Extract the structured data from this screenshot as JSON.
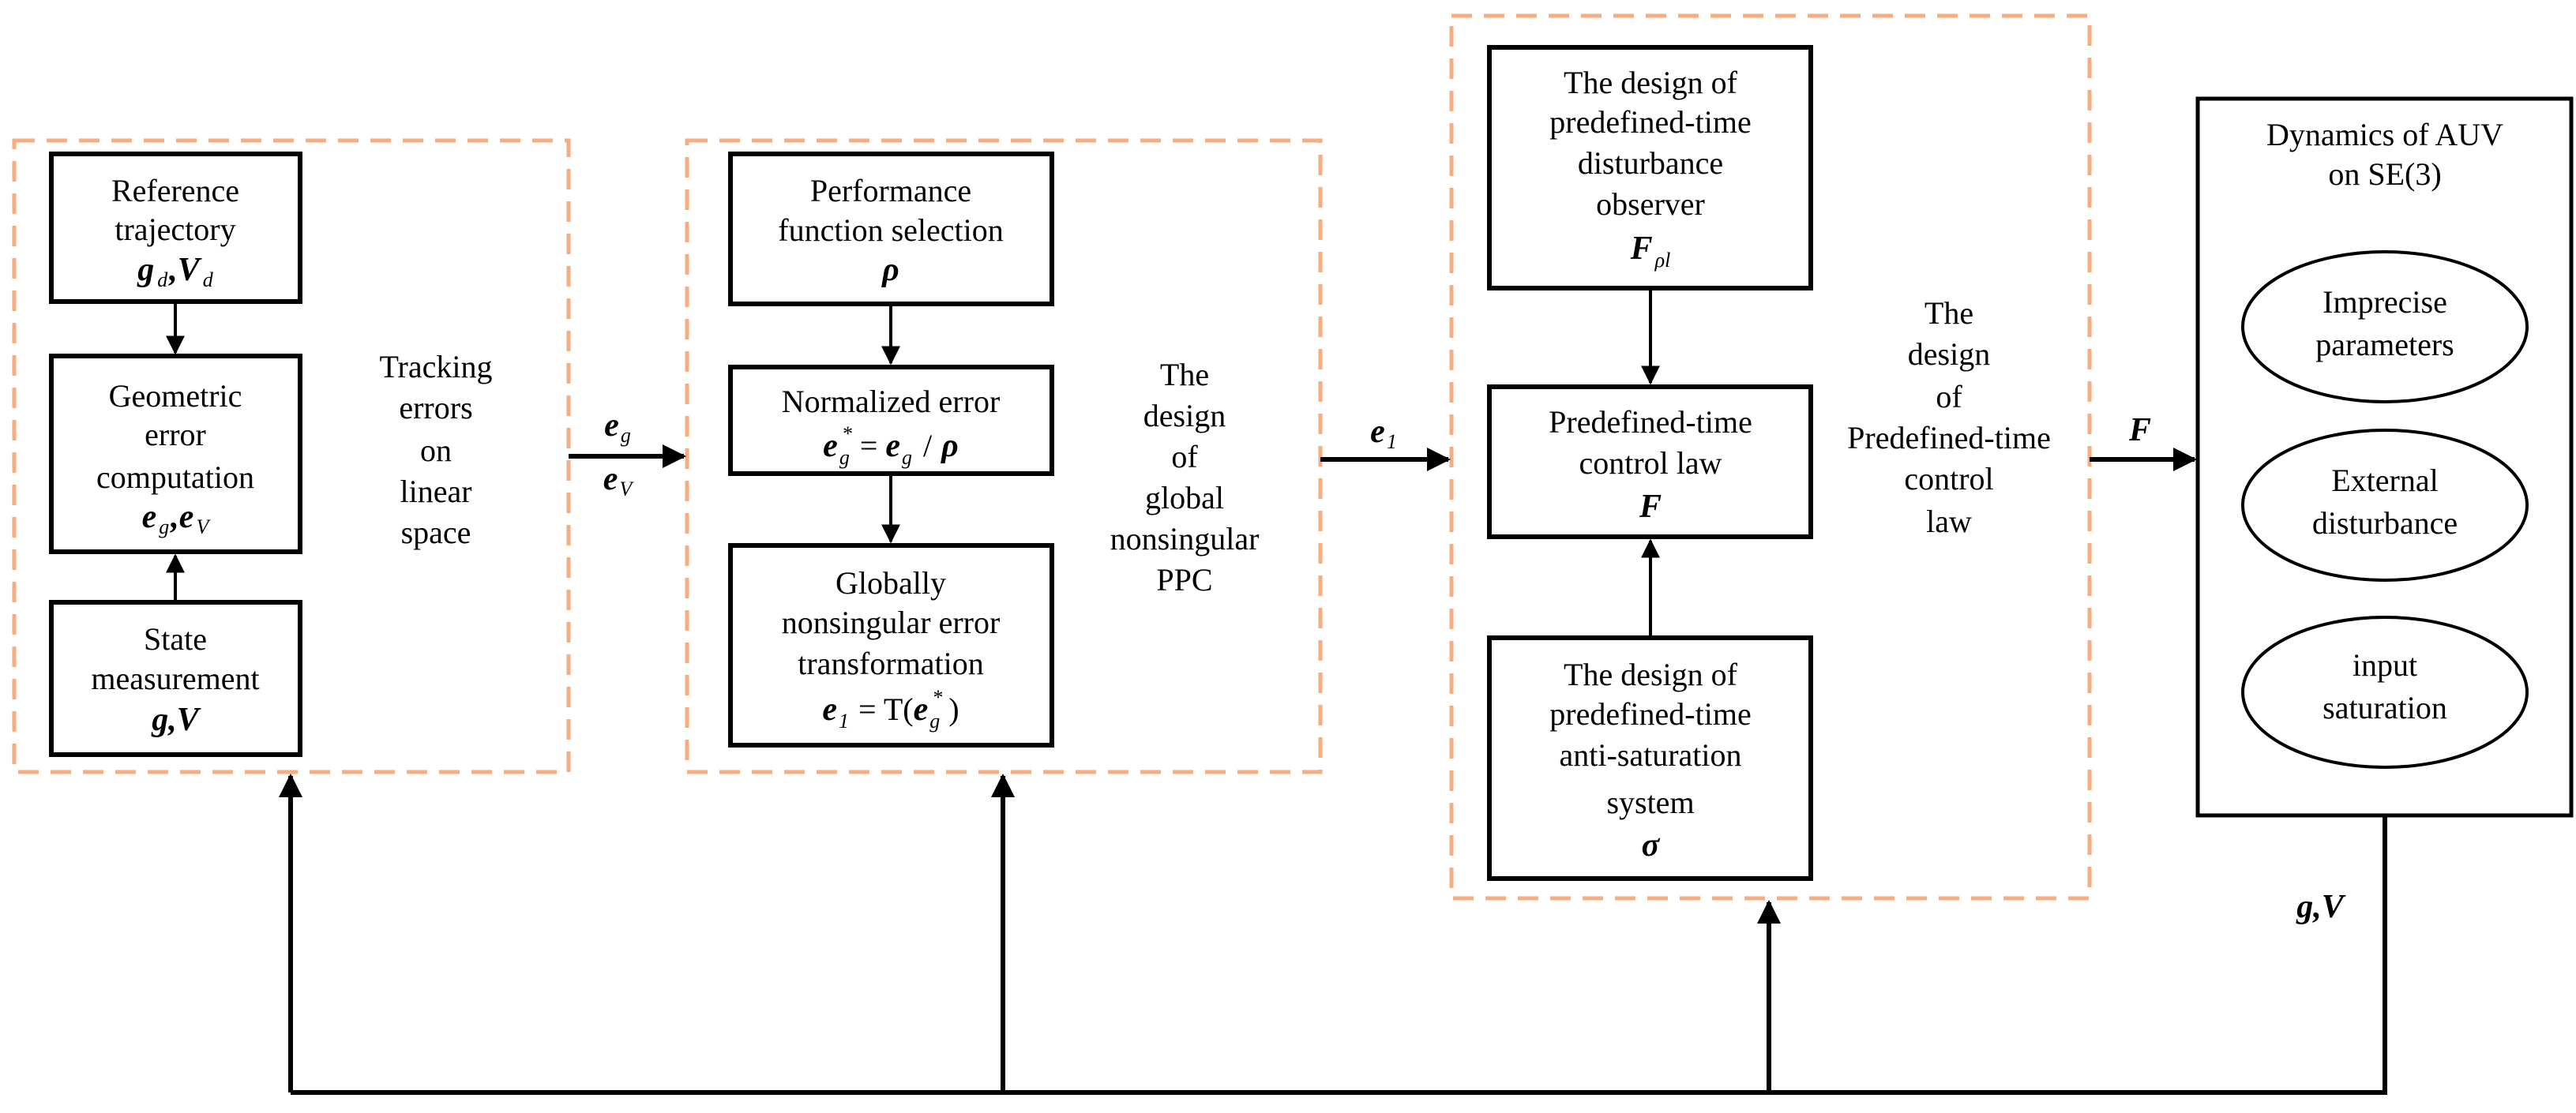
{
  "diagram": {
    "group1": {
      "ref_box": {
        "line1": "Reference",
        "line2": "trajectory",
        "math_g": "g",
        "math_gsub": "d",
        "math_v": "V",
        "math_vsub": "d"
      },
      "geo_box": {
        "line1": "Geometric",
        "line2": "error",
        "line3": "computation",
        "math_e1": "e",
        "math_e1sub": "g",
        "math_e2": "e",
        "math_e2sub": "V"
      },
      "state_box": {
        "line1": "State",
        "line2": "measurement",
        "math": "g,V"
      },
      "caption": [
        "Tracking",
        "errors",
        "on",
        "linear",
        "space"
      ]
    },
    "group2": {
      "perf_box": {
        "line1": "Performance",
        "line2": "function selection",
        "math": "ρ"
      },
      "norm_box": {
        "line1": "Normalized error",
        "math_lhs": "e",
        "math_lhs_sub": "g",
        "math_star": "*",
        "math_eq": "=",
        "math_rhs": "e",
        "math_rhs_sub": "g",
        "math_div": "/",
        "math_rho": "ρ"
      },
      "glob_box": {
        "line1": "Globally",
        "line2": "nonsingular error",
        "line3": "transformation",
        "math_e": "e",
        "math_esub": "1",
        "math_eq": "= T(",
        "math_arg": "e",
        "math_argsub": "g",
        "math_star": "*",
        "math_close": ")"
      },
      "caption": [
        "The",
        "design",
        "of",
        "global",
        "nonsingular",
        "PPC"
      ]
    },
    "group3": {
      "obs_box": {
        "line1": "The design of",
        "line2": "predefined-time",
        "line3": "disturbance",
        "line4": "observer",
        "math": "F",
        "math_sub": "ρl"
      },
      "ctrl_box": {
        "line1": "Predefined-time",
        "line2": "control law",
        "math": "F"
      },
      "anti_box": {
        "line1": "The design of",
        "line2": "predefined-time",
        "line3": "anti-saturation",
        "line4": "system",
        "math": "σ"
      },
      "caption": [
        "The",
        "design",
        "of",
        "Predefined-time",
        "control",
        "law"
      ]
    },
    "auv": {
      "title1": "Dynamics of AUV",
      "title2": "on SE(3)",
      "ell1": [
        "Imprecise",
        "parameters"
      ],
      "ell2": [
        "External",
        "disturbance"
      ],
      "ell3": [
        "input",
        "saturation"
      ]
    },
    "signals": {
      "eg": "e",
      "eg_sub": "g",
      "ev": "e",
      "ev_sub": "V",
      "e1": "e",
      "e1_sub": "1",
      "F": "F",
      "gv": "g,V"
    }
  }
}
